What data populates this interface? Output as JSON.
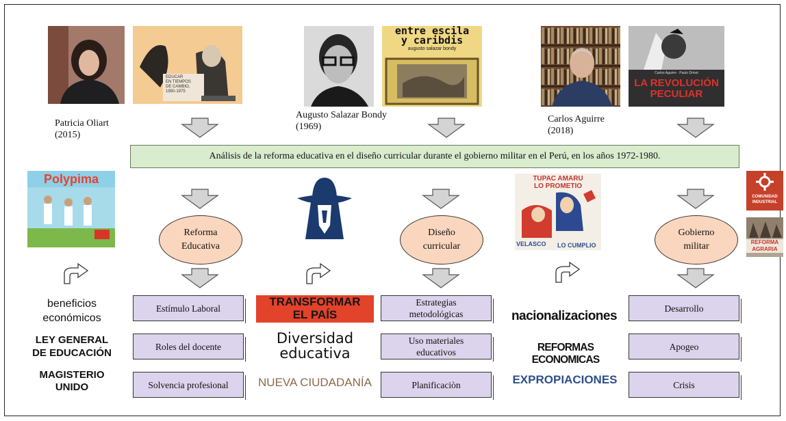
{
  "authors": [
    {
      "name": "Patricia Oliart\n(2015)"
    },
    {
      "name": "Augusto Salazar Bondy\n(1969)"
    },
    {
      "name": "Carlos Aguirre\n(2018)"
    }
  ],
  "covers": {
    "oliart": "EDUCAR\nEN TIEMPOS\nDE CAMBIO,\n1950-1975",
    "bondy_title": "entre escila\ny caribdis",
    "bondy_author": "augusto salazar bondy",
    "aguirre_title": "LA REVOLUCIÓN\nPECULIAR",
    "aguirre_authors": "Carlos Aguirre · Paulo Drinot"
  },
  "main_title": "Análisis de la reforma educativa en el diseño curricular durante el gobierno militar en el Perú, en los años 1972-1980.",
  "concepts": [
    {
      "label": "Reforma\nEducativa"
    },
    {
      "label": "Diseño\ncurricular"
    },
    {
      "label": "Gobierno\nmilitar"
    }
  ],
  "items": {
    "reforma": [
      "Estímulo Laboral",
      "Roles del docente",
      "Solvencia profesional"
    ],
    "diseno": [
      "Estrategias\nmetodológicas",
      "Uso materiales\neducativos",
      "Planificaciòn"
    ],
    "gobierno": [
      "Desarrollo",
      "Apogeo",
      "Crisis"
    ]
  },
  "keywords_left": [
    "beneficios\neconómicos",
    "LEY GENERAL\nDE EDUCACIÓN",
    "MAGISTERIO\nUNIDO"
  ],
  "keywords_mid": [
    "TRANSFORMAR\nEL PAÍS",
    "Diversidad\neducativa",
    "NUEVA CIUDADANÍA"
  ],
  "keywords_right": [
    "nacionalizaciones",
    "REFORMAS ECONOMICAS",
    "EXPROPIACIONES"
  ],
  "logos": {
    "polypima": "Polypima",
    "poster_top": "TUPAC AMARU\nLO PROMETIO",
    "poster_bottom_left": "VELASCO",
    "poster_bottom_right": "LO CUMPLIO",
    "comunidad": "COMUNIDAD\nINDUSTRIAL",
    "reforma_agraria": "REFORMA\nAGRARIA"
  },
  "colors": {
    "title_bg": "#d9ecce",
    "ellipse_bg": "#f9d6bd",
    "doc_bg": "#dcd3ec",
    "transformar_bg": "#e2432a",
    "expropiaciones": "#2d4f8a",
    "nueva_ciudadania": "#8a6a4a"
  }
}
